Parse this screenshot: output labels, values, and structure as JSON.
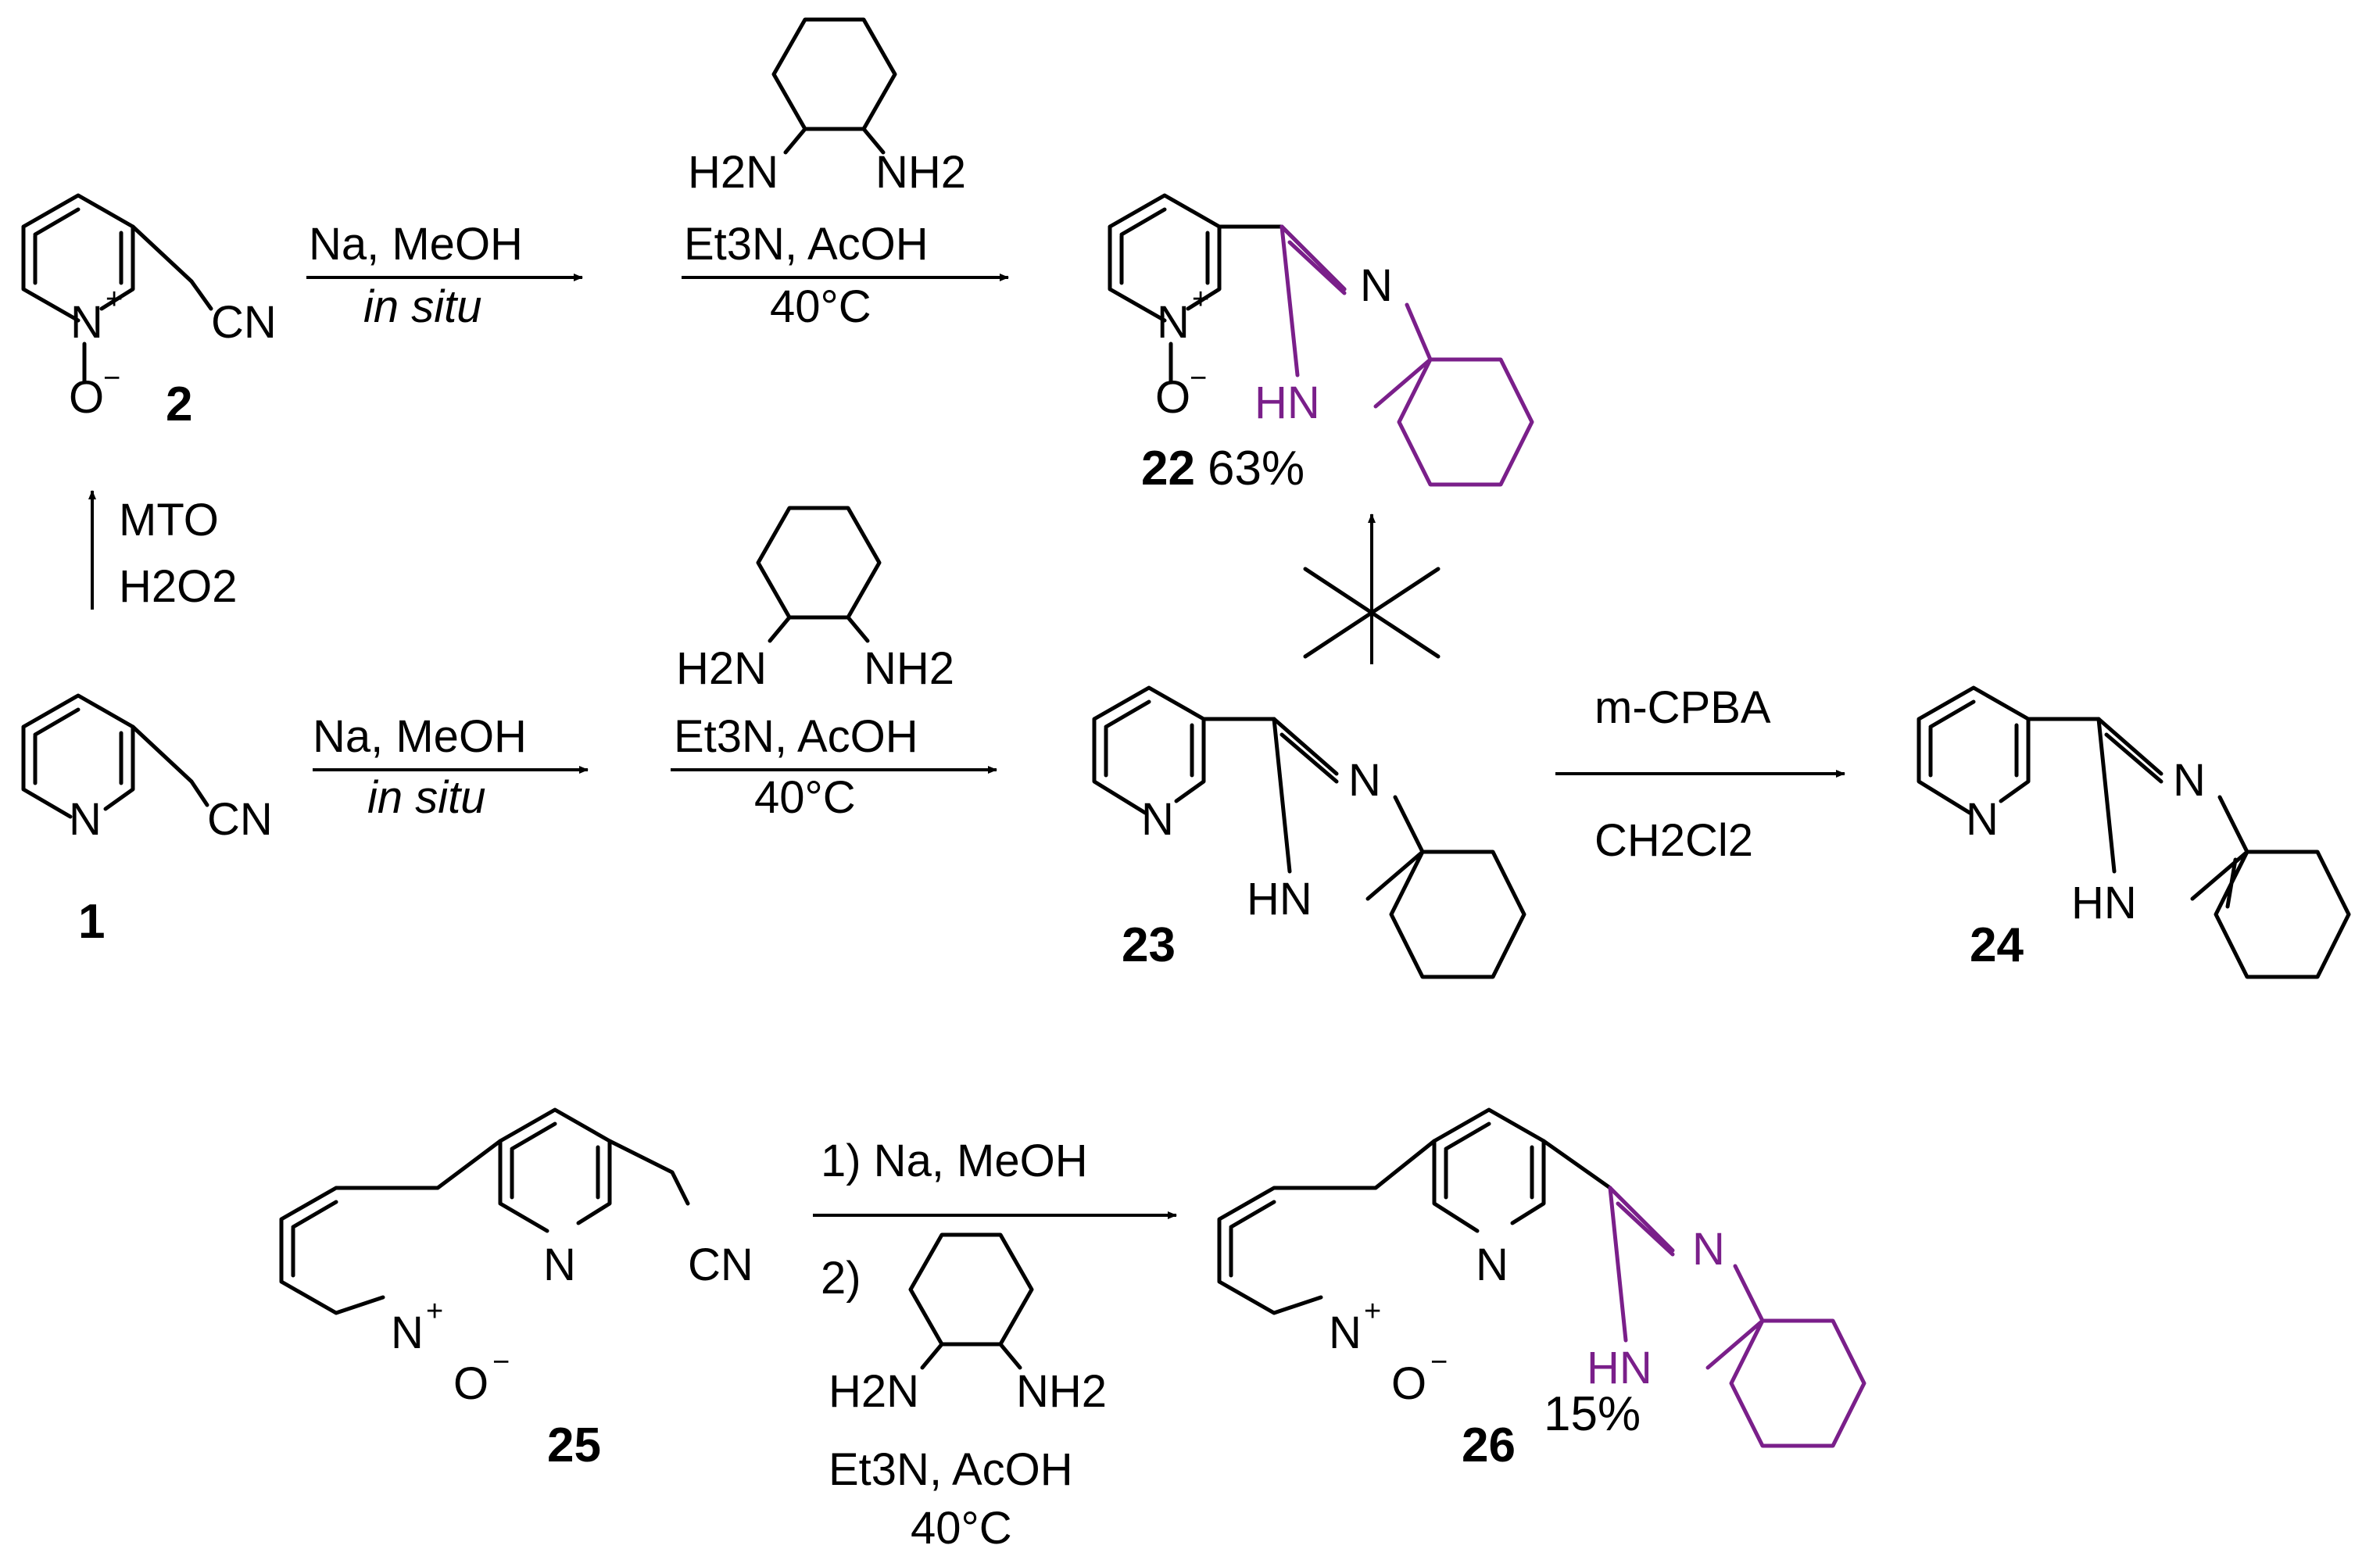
{
  "compounds": {
    "c1": {
      "label": "1",
      "cn": "CN",
      "n": "N"
    },
    "c2": {
      "label": "2",
      "cn": "CN",
      "n": "N",
      "plus": "+",
      "o": "O",
      "minus": "−"
    },
    "c22": {
      "label": "22",
      "yield": "63%"
    },
    "c23": {
      "label": "23"
    },
    "c24": {
      "label": "24"
    },
    "c25": {
      "label": "25",
      "cn": "CN"
    },
    "c26": {
      "label": "26",
      "yield": "15%"
    }
  },
  "atoms": {
    "n": "N",
    "hn": "HN",
    "h2n": "H2N",
    "nh2": "NH2",
    "o": "O",
    "plus": "+",
    "minus": "−"
  },
  "reagents": {
    "step_2_line1": "Na, MeOH",
    "step_2_line2": "in situ",
    "step_22_line1": "Et3N, AcOH",
    "step_22_line2": "40°C",
    "step_1_line1": "Na, MeOH",
    "step_1_line2": "in situ",
    "step_23_line1": "Et3N, AcOH",
    "step_23_line2": "40°C",
    "oxidation_1_line1": "MTO",
    "oxidation_1_line2": "H2O2",
    "oxidation_23_line1": "m-CPBA",
    "oxidation_23_line2": "CH2Cl2",
    "step_25_line1": "1) Na, MeOH",
    "step_25_line2": "2)",
    "step_25_line3": "Et3N, AcOH",
    "step_25_line4": "40°C"
  },
  "colors": {
    "highlight": "#7a1f8a",
    "ink": "#000000"
  }
}
